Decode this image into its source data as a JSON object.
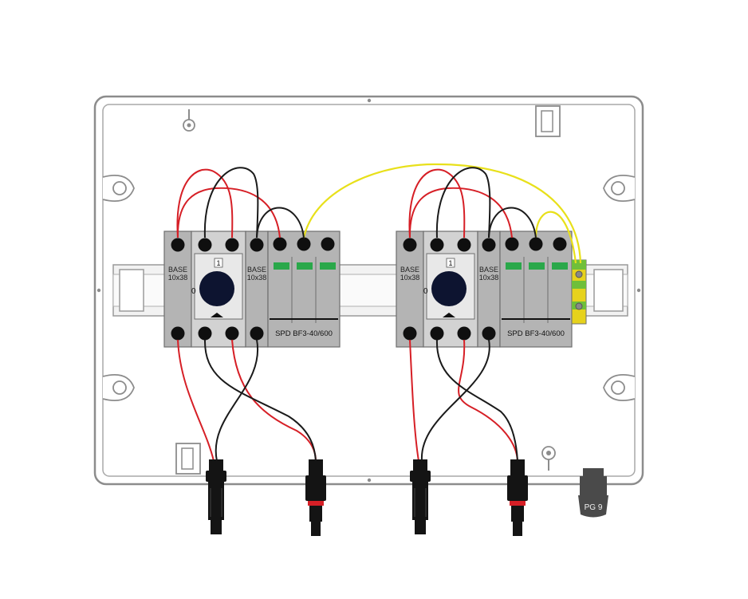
{
  "colors": {
    "enclosure_stroke": "#8c8c8c",
    "enclosure_fill": "#ffffff",
    "breaker_grey": "#b4b4b4",
    "breaker_light": "#d2d2d2",
    "spd_green": "#2aa84a",
    "terminal_black": "#0f0f0f",
    "wire_red": "#d61f26",
    "wire_black": "#1a1a1a",
    "wire_yellow": "#e8e01a",
    "ground_green": "#6fbf3a",
    "ground_yellow": "#e6d21c",
    "connector_black": "#141414",
    "gland_grey": "#4a4a4a"
  },
  "strings": [
    {
      "base_left": [
        "BASE",
        "10x38"
      ],
      "switch_on": "1",
      "switch_off": "0",
      "base_right": [
        "BASE",
        "10x38"
      ],
      "spd_label": "SPD BF3-40/600"
    },
    {
      "base_left": [
        "BASE",
        "10x38"
      ],
      "switch_on": "1",
      "switch_off": "0",
      "base_right": [
        "BASE",
        "10x38"
      ],
      "spd_label": "SPD BF3-40/600"
    }
  ],
  "gland": {
    "label": "PG 9",
    "icon": "cable-gland-icon"
  },
  "icons": [
    "mounting-screw-icon",
    "hinge-clip-icon",
    "mounting-ear-icon",
    "ground-terminal-icon",
    "mc4-connector-icon"
  ]
}
